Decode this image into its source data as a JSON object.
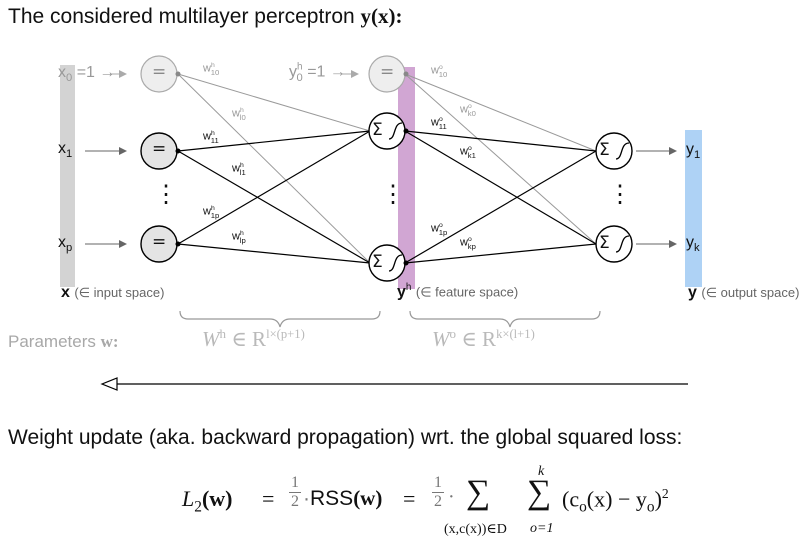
{
  "title": {
    "text": "The considered multilayer perceptron",
    "math": "y(x):"
  },
  "inputs": {
    "x0": "x",
    "x0_sub": "0",
    "x0_val": "=1",
    "x1": "x",
    "x1_sub": "1",
    "xp": "x",
    "xp_sub": "p",
    "vector": "x",
    "space": "(∈ input space)"
  },
  "hidden": {
    "y0": "y",
    "y0_sup": "h",
    "y0_sub": "0",
    "y0_val": "=1",
    "vector": "y",
    "vector_sup": "h",
    "space": "(∈ feature space)"
  },
  "outputs": {
    "y1": "y",
    "y1_sub": "1",
    "yk": "y",
    "yk_sub": "k",
    "vector": "y",
    "space": "(∈ output space)"
  },
  "node_symbols": {
    "identity": "=",
    "sum": "Σ",
    "ellipsis": "⋮"
  },
  "weights": {
    "w10h": "w",
    "w10h_sup": "h",
    "w10h_sub": "10",
    "wl0h": "w",
    "wl0h_sup": "h",
    "wl0h_sub": "l0",
    "w11h": "w",
    "w11h_sup": "h",
    "w11h_sub": "11",
    "wl1h": "w",
    "wl1h_sup": "h",
    "wl1h_sub": "l1",
    "w1ph": "w",
    "w1ph_sup": "h",
    "w1ph_sub": "1p",
    "wlph": "w",
    "wlph_sup": "h",
    "wlph_sub": "lp",
    "w10o": "w",
    "w10o_sup": "o",
    "w10o_sub": "10",
    "wk0o": "w",
    "wk0o_sup": "o",
    "wk0o_sub": "k0",
    "w11o": "w",
    "w11o_sup": "o",
    "w11o_sub": "11",
    "wk1o": "w",
    "wk1o_sup": "o",
    "wk1o_sub": "k1",
    "w1po": "w",
    "w1po_sup": "o",
    "w1po_sub": "1p",
    "wkpo": "w",
    "wkpo_sup": "o",
    "wkpo_sub": "kp"
  },
  "parameters": {
    "label": "Parameters",
    "w": "w:",
    "Wh": "W",
    "Wh_sup": "h",
    "Wh_set": "∈ R",
    "Wh_dim": "l×(p+1)",
    "Wo": "W",
    "Wo_sup": "o",
    "Wo_set": "∈ R",
    "Wo_dim": "k×(l+1)"
  },
  "update": {
    "heading": "Weight update (aka. backward propagation) wrt. the global squared loss:"
  },
  "formula": {
    "lhs": "L",
    "lhs_sub": "2",
    "arg": "(w)",
    "eq": "=",
    "half_num": "1",
    "half_den": "2",
    "rss": "RSS",
    "rss_arg": "(w)",
    "dot": "·",
    "sum1": "∑",
    "sum1_sub": "(x,c(x))∈D",
    "sum2": "∑",
    "sum2_sup": "k",
    "sum2_sub": "o=1",
    "term": "(c",
    "term_sub": "o",
    "term_mid": "(x) − y",
    "term_sub2": "o",
    "term_end": ")",
    "term_sup": "2"
  },
  "colors": {
    "input_bar": "#d3d3d3",
    "hidden_bar": "#d1a6d3",
    "output_bar": "#aed2f5",
    "edge": "#000000",
    "edge_faint": "#9a9a9a"
  }
}
